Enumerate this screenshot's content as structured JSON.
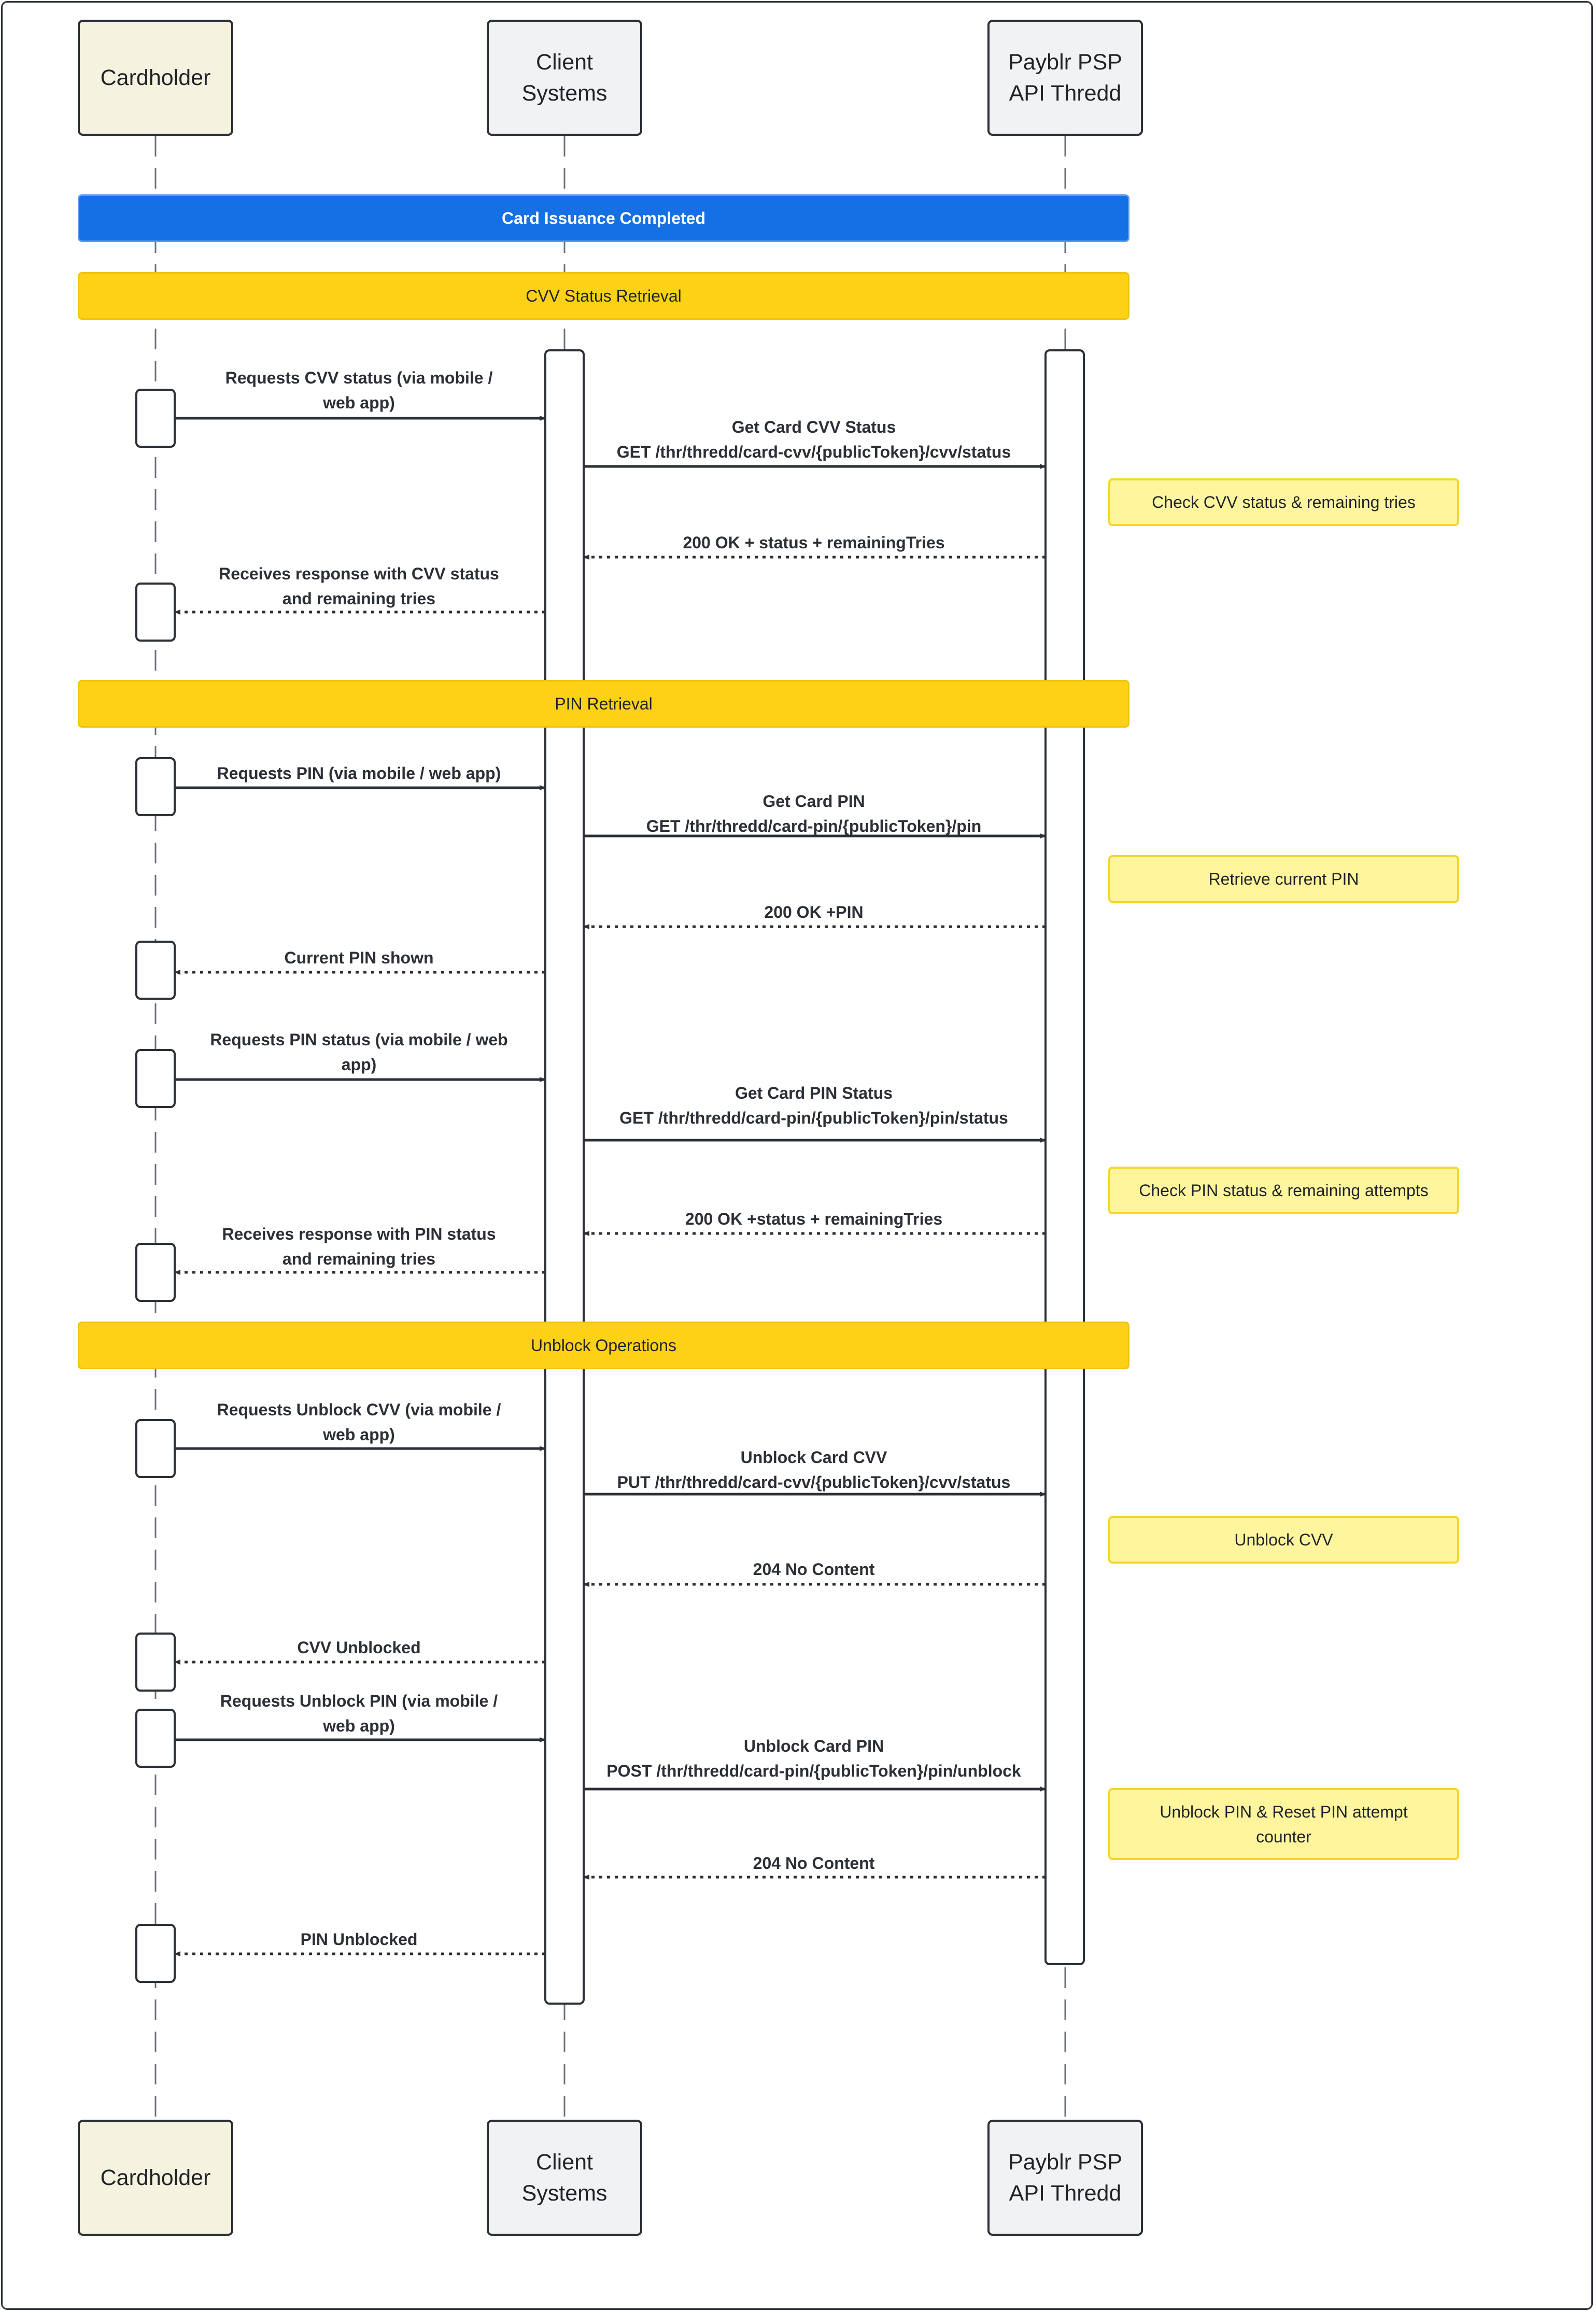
{
  "participants": [
    {
      "id": "cardholder",
      "label": "Cardholder"
    },
    {
      "id": "client",
      "label": "Client\nSystems"
    },
    {
      "id": "psp",
      "label": "Payblr PSP\nAPI Thredd"
    }
  ],
  "sections": {
    "issuance": "Card Issuance Completed",
    "cvv_status": "CVV Status Retrieval",
    "pin_retrieval": "PIN Retrieval",
    "unblock": "Unblock Operations"
  },
  "messages": [
    {
      "from": "cardholder",
      "to": "client",
      "style": "solid",
      "label": "Requests CVV status (via mobile /\nweb app)"
    },
    {
      "from": "client",
      "to": "psp",
      "style": "solid",
      "label": "Get Card CVV Status\nGET /thr/thredd/card-cvv/{publicToken}/cvv/status"
    },
    {
      "from": "psp",
      "to": "client",
      "style": "dotted",
      "label": "200 OK + status + remainingTries"
    },
    {
      "from": "client",
      "to": "cardholder",
      "style": "dotted",
      "label": "Receives response with CVV status\nand remaining tries"
    },
    {
      "from": "cardholder",
      "to": "client",
      "style": "solid",
      "label": "Requests PIN (via mobile / web app)"
    },
    {
      "from": "client",
      "to": "psp",
      "style": "solid",
      "label": "Get Card PIN\nGET /thr/thredd/card-pin/{publicToken}/pin"
    },
    {
      "from": "psp",
      "to": "client",
      "style": "dotted",
      "label": "200 OK +PIN"
    },
    {
      "from": "client",
      "to": "cardholder",
      "style": "dotted",
      "label": "Current PIN shown"
    },
    {
      "from": "cardholder",
      "to": "client",
      "style": "solid",
      "label": "Requests PIN status (via mobile / web\napp)"
    },
    {
      "from": "client",
      "to": "psp",
      "style": "solid",
      "label": "Get Card PIN Status\nGET /thr/thredd/card-pin/{publicToken}/pin/status"
    },
    {
      "from": "psp",
      "to": "client",
      "style": "dotted",
      "label": "200 OK +status + remainingTries"
    },
    {
      "from": "client",
      "to": "cardholder",
      "style": "dotted",
      "label": "Receives response with PIN status\nand remaining tries"
    },
    {
      "from": "cardholder",
      "to": "client",
      "style": "solid",
      "label": "Requests Unblock CVV (via mobile /\nweb app)"
    },
    {
      "from": "client",
      "to": "psp",
      "style": "solid",
      "label": "Unblock Card CVV\nPUT /thr/thredd/card-cvv/{publicToken}/cvv/status"
    },
    {
      "from": "psp",
      "to": "client",
      "style": "dotted",
      "label": "204 No Content"
    },
    {
      "from": "client",
      "to": "cardholder",
      "style": "dotted",
      "label": "CVV Unblocked"
    },
    {
      "from": "cardholder",
      "to": "client",
      "style": "solid",
      "label": "Requests Unblock PIN (via mobile /\nweb app)"
    },
    {
      "from": "client",
      "to": "psp",
      "style": "solid",
      "label": "Unblock Card PIN\nPOST /thr/thredd/card-pin/{publicToken}/pin/unblock"
    },
    {
      "from": "psp",
      "to": "client",
      "style": "dotted",
      "label": "204 No Content"
    },
    {
      "from": "client",
      "to": "cardholder",
      "style": "dotted",
      "label": "PIN Unblocked"
    }
  ],
  "notes": [
    "Check CVV status & remaining tries",
    "Retrieve current PIN",
    "Check PIN status & remaining attempts",
    "Unblock CVV",
    "Unblock PIN & Reset PIN attempt\ncounter"
  ],
  "colors": {
    "issuance_band": "#1570e6",
    "section_band": "#fcd116",
    "note": "#fff59d",
    "cardholder_box": "#f5f3e0",
    "system_box": "#f1f2f4",
    "line": "#2b2f36"
  }
}
